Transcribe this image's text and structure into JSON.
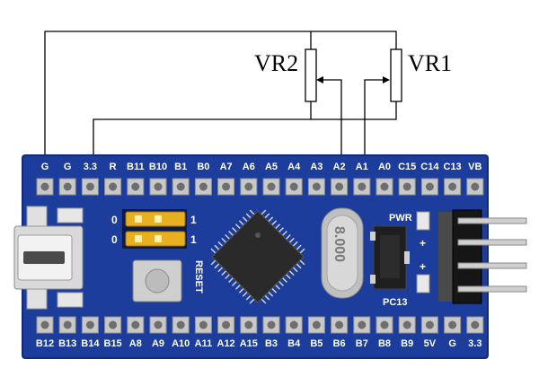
{
  "colors": {
    "board": "#1d3d9c",
    "board_edge": "#142c78",
    "pad": "#c8c8c8",
    "wire": "#000000",
    "jumper": "#e8b020",
    "chip": "#2a2a2a",
    "crystal": "#bfbfbf"
  },
  "resistors": {
    "vr1_label": "VR1",
    "vr2_label": "VR2"
  },
  "pins": {
    "top_row": [
      "G",
      "G",
      "3.3",
      "R",
      "B11",
      "B10",
      "B1",
      "B0",
      "A7",
      "A6",
      "A5",
      "A4",
      "A3",
      "A2",
      "A1",
      "A0",
      "C15",
      "C14",
      "C13",
      "VB"
    ],
    "bottom_row": [
      "B12",
      "B13",
      "B14",
      "B15",
      "A8",
      "A9",
      "A10",
      "A11",
      "A12",
      "A15",
      "B3",
      "B4",
      "B5",
      "B6",
      "B7",
      "B8",
      "B9",
      "5V",
      "G",
      "3.3"
    ]
  },
  "board_labels": {
    "reset": "RESET",
    "pwr": "PWR",
    "pc13": "PC13",
    "jumper_0_top": "0",
    "jumper_0_bottom": "0",
    "jumper_1_top": "1",
    "jumper_1_bottom": "1",
    "crystal": "8.000",
    "plus_top": "+",
    "plus_bottom": "+"
  },
  "icons": [
    "micro-usb-connector",
    "microcontroller-chip",
    "crystal-oscillator",
    "voltage-regulator",
    "reset-button",
    "boot-jumpers",
    "header-pins",
    "led"
  ]
}
